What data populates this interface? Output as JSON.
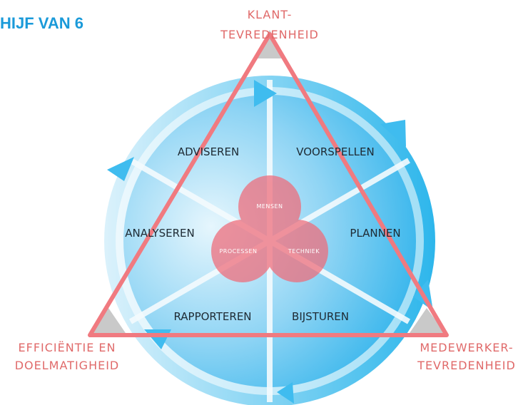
{
  "title": "HIJF VAN 6",
  "segments": {
    "adviseren": "ADVISEREN",
    "voorspellen": "VOORSPELLEN",
    "analyseren": "ANALYSEREN",
    "plannen": "PLANNEN",
    "rapporteren": "RAPPORTEREN",
    "bijsturen": "BIJSTUREN"
  },
  "circles": {
    "mensen": "MENSEN",
    "processen": "PROCESSEN",
    "techniek": "TECHNIEK"
  },
  "corners": {
    "top_line1": "KLANT-",
    "top_line2": "TEVREDENHEID",
    "left_line1": "EFFICIËNTIE EN",
    "left_line2": "DOELMATIGHEID",
    "right_line1": "MEDEWERKER-",
    "right_line2": "TEVREDENHEID"
  },
  "colors": {
    "title": "#1a9ad9",
    "triangle": "#f07a80",
    "circles": "#f06a78",
    "wheel_light": "#bfe6f8",
    "wheel_dark": "#0aa6e8"
  }
}
